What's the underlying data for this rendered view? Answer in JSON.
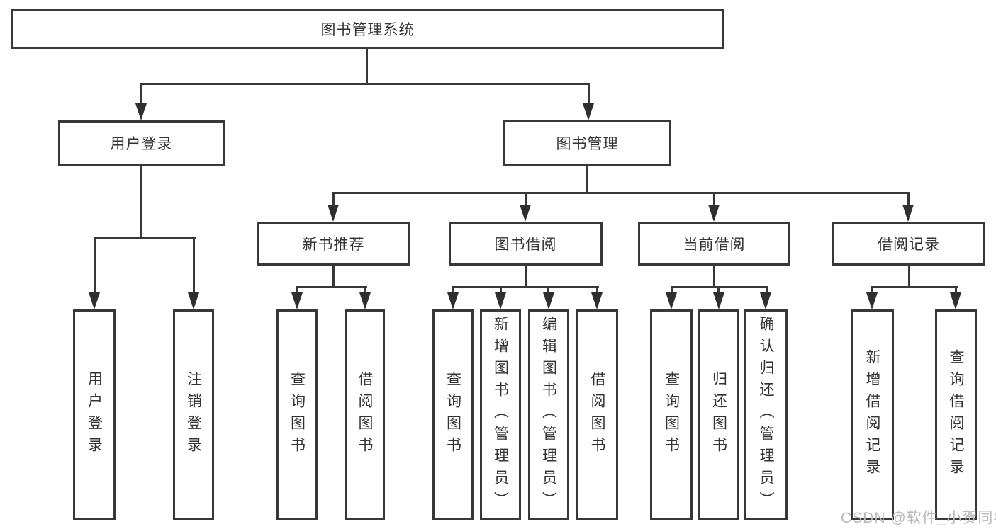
{
  "title": "图书管理系统",
  "watermark": "CSDN @软件_小贺同学",
  "colors": {
    "line": "#383838",
    "box_border": "#383838",
    "text": "#333333",
    "background": "#ffffff",
    "watermark": "#b8b8b8"
  },
  "tree": {
    "label": "图书管理系统",
    "children": [
      {
        "label": "用户登录",
        "children": [
          {
            "label": "用户登录"
          },
          {
            "label": "注销登录"
          }
        ]
      },
      {
        "label": "图书管理",
        "children": [
          {
            "label": "新书推荐",
            "children": [
              {
                "label": "查询图书"
              },
              {
                "label": "借阅图书"
              }
            ]
          },
          {
            "label": "图书借阅",
            "children": [
              {
                "label": "查询图书"
              },
              {
                "label": "新增图书（管理员）"
              },
              {
                "label": "编辑图书（管理员）"
              },
              {
                "label": "借阅图书"
              }
            ]
          },
          {
            "label": "当前借阅",
            "children": [
              {
                "label": "查询图书"
              },
              {
                "label": "归还图书"
              },
              {
                "label": "确认归还（管理员）"
              }
            ]
          },
          {
            "label": "借阅记录",
            "children": [
              {
                "label": "新增借阅记录"
              },
              {
                "label": "查询借阅记录"
              }
            ]
          }
        ]
      }
    ]
  }
}
